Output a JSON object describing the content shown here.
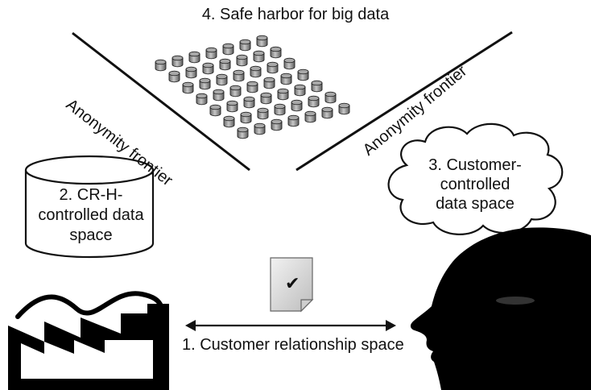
{
  "title": "4. Safe harbor for big data",
  "frontier_left": "Anonymity frontier",
  "frontier_right": "Anonymity frontier",
  "cylinder": {
    "lines": [
      "2. CR-H-",
      "controlled data",
      "space"
    ]
  },
  "cloud": {
    "lines": [
      "3. Customer-",
      "controlled",
      "data space"
    ]
  },
  "relationship_label": "1. Customer relationship space",
  "document_mark": "✔",
  "icons": [
    "database-grid-icon",
    "database-cylinder-icon",
    "cloud-icon",
    "factory-icon",
    "head-silhouette-icon",
    "document-check-icon",
    "double-arrow-icon"
  ],
  "colors": {
    "ink": "#111111",
    "db_fill": "#8c8c8c",
    "doc_fill": "#d9d9d9"
  }
}
